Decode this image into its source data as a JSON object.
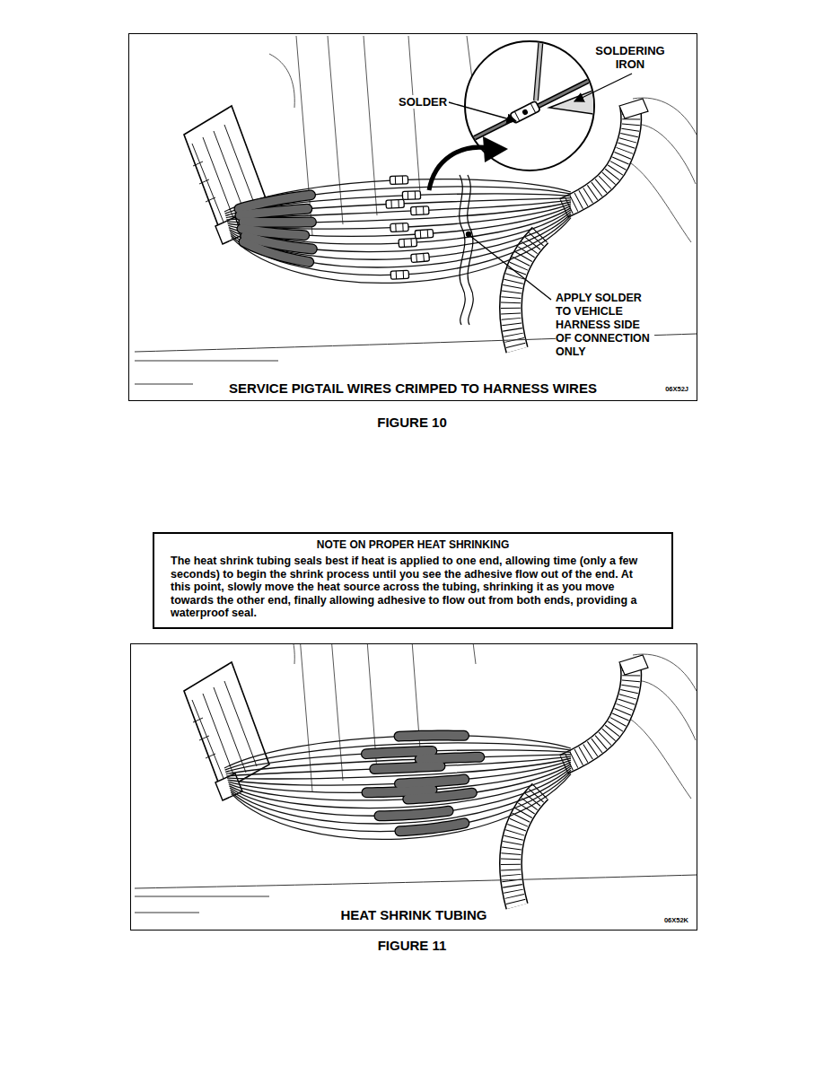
{
  "diagram": {
    "nodes": [
      {
        "text": [
          "SERVICE PIGTAIL WIRES CRIMPED TO HARNESS WIRES",
          "06X52J"
        ]
      },
      {
        "text": [
          "NOTE ON PROPER HEAT SHRINKING",
          "The heat shrink tubing seals best if heat is applied to one end, allowing time (only a few seconds) to begin the shrink process until you see the adhesive flow out of the end.  At this point, slowly move the heat source across the tubing, shrinking it as you move towards the other end, finally allowing adhesive to flow out from both ends, providing a waterproof seal."
        ]
      },
      {
        "text": [
          "HEAT SHRINK TUBING",
          "06X52K"
        ]
      }
    ],
    "labels": [
      "SOLDERING IRON",
      "SOLDER",
      "APPLY SOLDER TO VEHICLE HARNESS SIDE OF CONNECTION ONLY",
      "FIGURE 10",
      "FIGURE 11"
    ]
  }
}
